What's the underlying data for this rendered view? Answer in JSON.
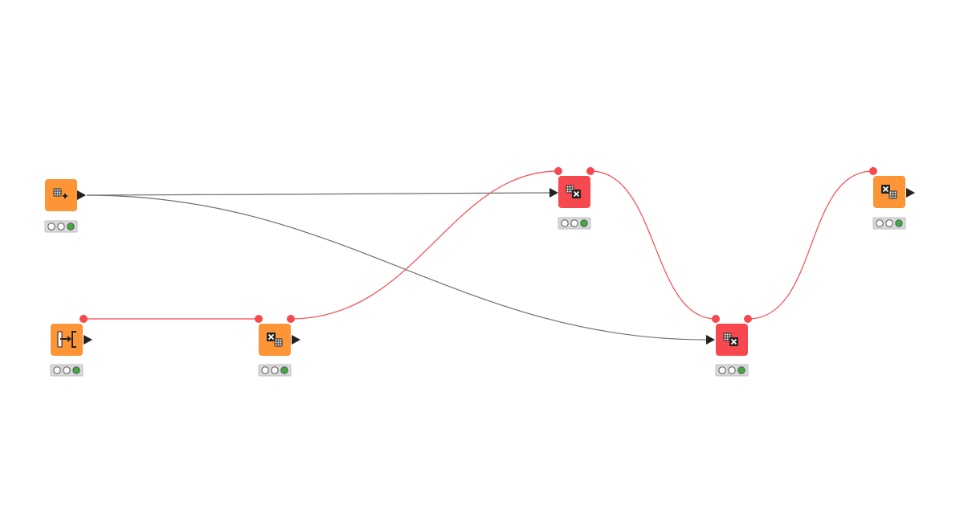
{
  "workflow": {
    "colors": {
      "background": "#ffffff",
      "node_orange": "#FD9536",
      "node_red": "#F7484F",
      "data_connection": "#6E6E6E",
      "flow_variable_connection": "#F7484F",
      "port_arrow": "#222222",
      "status_executed": "#3DAD3D",
      "status_tray": "#D9D9D9"
    },
    "nodes": [
      {
        "id": "table-creator",
        "color": "orange",
        "icon": "table-plus-icon",
        "status": "executed"
      },
      {
        "id": "variable-loop-start",
        "color": "orange",
        "icon": "bracket-arrow-icon",
        "status": "executed"
      },
      {
        "id": "variable-to-table-left",
        "color": "orange",
        "icon": "variable-to-table-icon",
        "status": "executed"
      },
      {
        "id": "table-to-variable-top",
        "color": "red",
        "icon": "table-to-variable-icon",
        "status": "executed"
      },
      {
        "id": "table-to-variable-bottom",
        "color": "red",
        "icon": "table-to-variable-icon",
        "status": "executed"
      },
      {
        "id": "variable-to-table-right",
        "color": "orange",
        "icon": "variable-to-table-icon",
        "status": "executed"
      }
    ],
    "connections": [
      {
        "from": "table-creator",
        "to": "table-to-variable-top",
        "kind": "data"
      },
      {
        "from": "table-creator",
        "to": "table-to-variable-bottom",
        "kind": "data"
      },
      {
        "from": "variable-loop-start",
        "to": "variable-to-table-left",
        "kind": "flow-variable"
      },
      {
        "from": "variable-to-table-left",
        "to": "table-to-variable-top",
        "kind": "flow-variable"
      },
      {
        "from": "table-to-variable-top",
        "to": "table-to-variable-bottom",
        "kind": "flow-variable"
      },
      {
        "from": "table-to-variable-bottom",
        "to": "variable-to-table-right",
        "kind": "flow-variable"
      }
    ]
  }
}
